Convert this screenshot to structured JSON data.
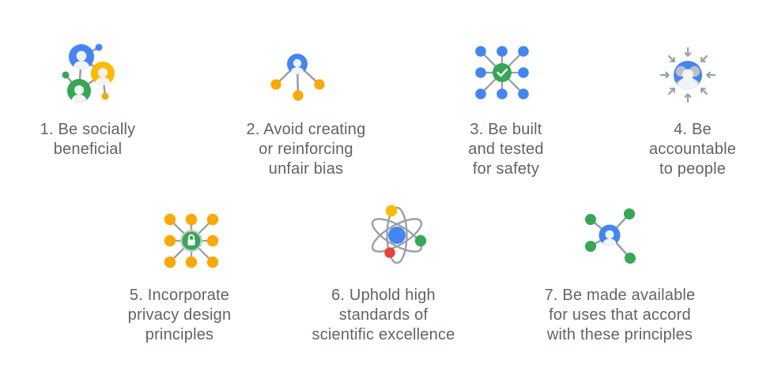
{
  "colors": {
    "blue": "#4285F4",
    "green": "#34A853",
    "yellow": "#FBBC04",
    "amber": "#F9A900",
    "red": "#EA4335",
    "line_gray": "#9AA0A6",
    "text": "#5F6368",
    "silhouette": "#F1F3F4",
    "silhouette_dark": "#BDC1C6",
    "ring_gray": "#C4C9CE",
    "background": "#FFFFFF"
  },
  "principles": [
    {
      "number": 1,
      "icon": "people-network-icon",
      "lines": [
        "1. Be socially",
        "beneficial"
      ]
    },
    {
      "number": 2,
      "icon": "person-nodes-icon",
      "lines": [
        "2. Avoid creating",
        "or reinforcing",
        "unfair bias"
      ]
    },
    {
      "number": 3,
      "icon": "safety-check-network-icon",
      "lines": [
        "3. Be built",
        "and tested",
        "for safety"
      ]
    },
    {
      "number": 4,
      "icon": "accountability-people-arrows-icon",
      "lines": [
        "4. Be",
        "accountable",
        "to people"
      ]
    },
    {
      "number": 5,
      "icon": "privacy-lock-network-icon",
      "lines": [
        "5. Incorporate",
        "privacy design",
        "principles"
      ]
    },
    {
      "number": 6,
      "icon": "science-atom-icon",
      "lines": [
        "6. Uphold high",
        "standards of",
        "scientific excellence"
      ]
    },
    {
      "number": 7,
      "icon": "person-share-network-icon",
      "lines": [
        "7. Be made available",
        "for uses that accord",
        "with these principles"
      ]
    }
  ]
}
